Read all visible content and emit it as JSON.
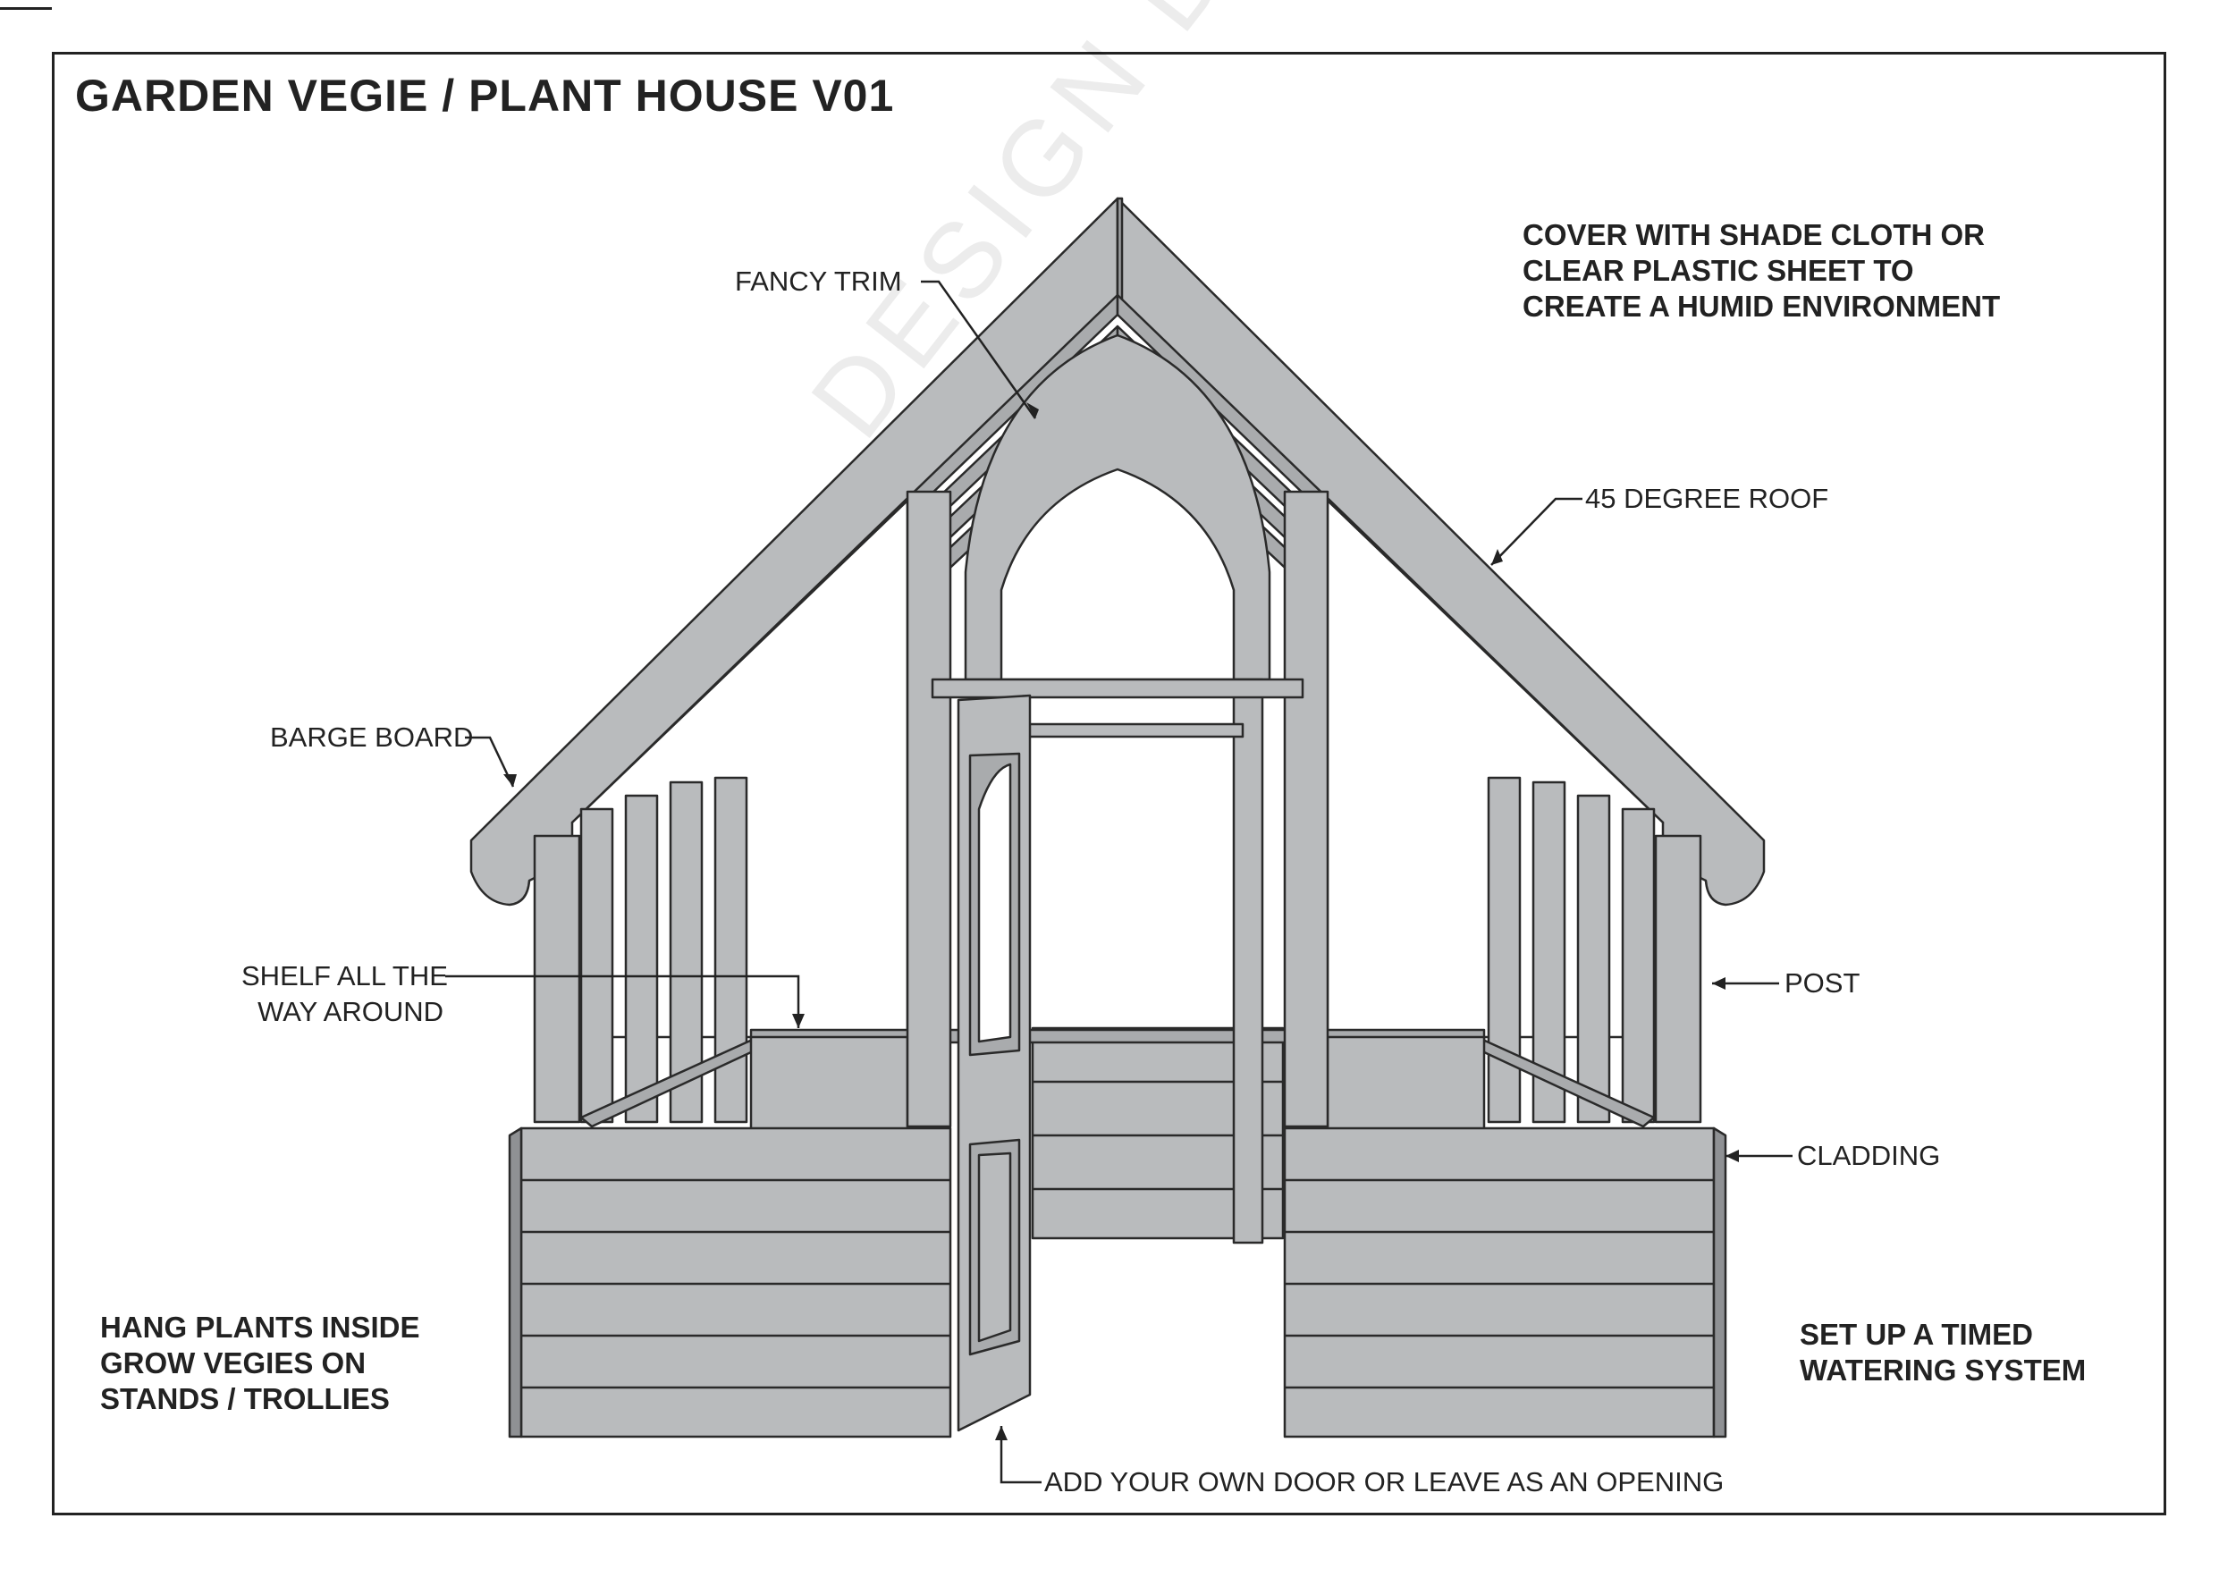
{
  "title": "GARDEN VEGIE / PLANT HOUSE V01",
  "notes": {
    "cover": [
      "COVER WITH SHADE CLOTH OR",
      "CLEAR PLASTIC SHEET TO",
      "CREATE A HUMID ENVIRONMENT"
    ],
    "hang": [
      "HANG PLANTS INSIDE",
      "GROW VEGIES ON",
      "STANDS / TROLLIES"
    ],
    "water": [
      "SET UP A TIMED",
      "WATERING SYSTEM"
    ]
  },
  "callouts": {
    "fancy_trim": "FANCY TRIM",
    "roof": "45 DEGREE ROOF",
    "barge_board": "BARGE BOARD",
    "shelf": [
      "SHELF ALL THE",
      "WAY AROUND"
    ],
    "post": "POST",
    "cladding": "CLADDING",
    "door": "ADD YOUR OWN DOOR OR LEAVE AS AN OPENING"
  },
  "watermark": "DESIGN DRAWING",
  "colors": {
    "fill": "#b9bbbd",
    "fill_dark": "#8f9194",
    "stroke": "#2a2a2a",
    "frame": "#222222"
  }
}
